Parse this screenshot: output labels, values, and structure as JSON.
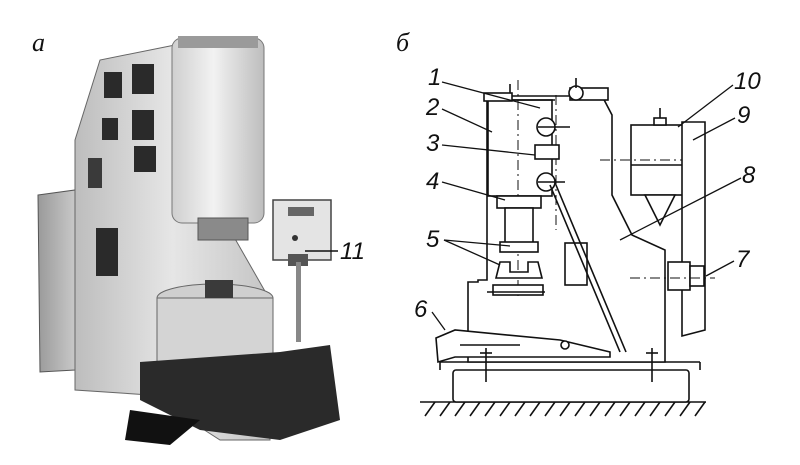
{
  "panels": {
    "a": {
      "letter": "а",
      "callout": "11"
    },
    "b": {
      "letter": "б",
      "callouts": [
        "1",
        "2",
        "3",
        "4",
        "5",
        "6",
        "7",
        "8",
        "9",
        "10"
      ]
    }
  },
  "colors": {
    "line": "#111111",
    "machine_light": "#d9d9d9",
    "machine_mid": "#a8a8a8",
    "machine_dark": "#2a2a2a"
  }
}
